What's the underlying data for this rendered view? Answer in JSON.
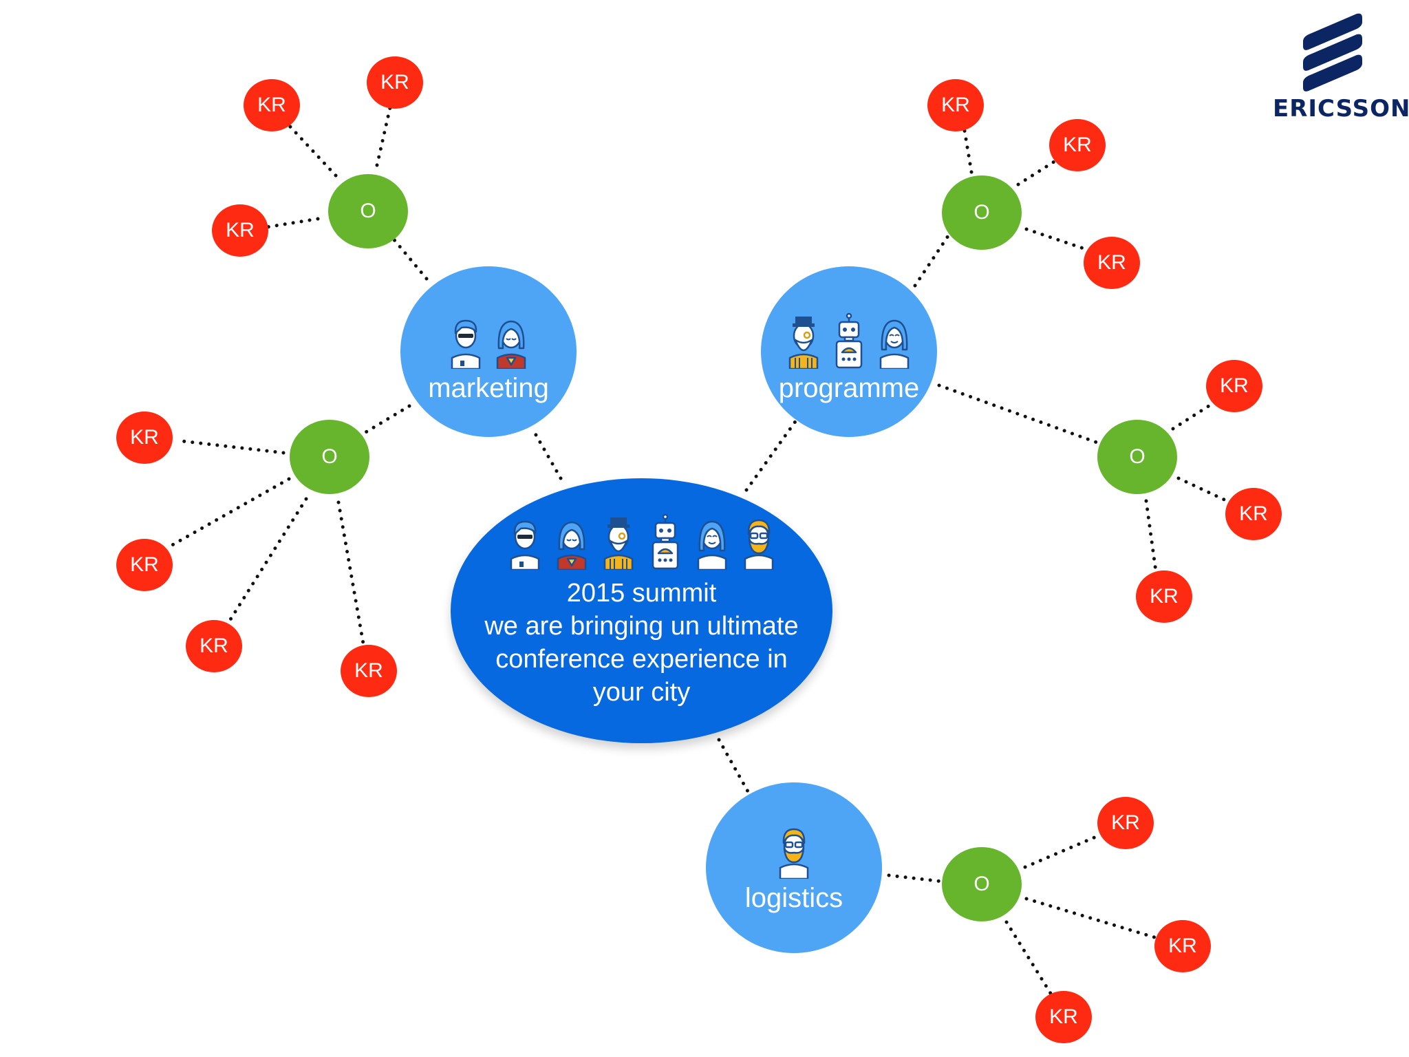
{
  "logo": {
    "name": "ERICSSON",
    "color": "#0c2563"
  },
  "colors": {
    "kr": "#ff2a12",
    "objective": "#66b52c",
    "team": "#4ea5f6",
    "center": "#0769df",
    "link": "#111111"
  },
  "center": {
    "lines": [
      "2015 summit",
      "we are bringing un ultimate",
      "conference experience in",
      "your city"
    ],
    "avatars": [
      "sunglasses-man-avatar",
      "superhero-woman-avatar",
      "wizard-avatar",
      "robot-avatar",
      "smiling-woman-avatar",
      "bearded-hipster-avatar"
    ]
  },
  "teams": [
    {
      "id": "marketing",
      "label": "marketing",
      "avatars": [
        "sunglasses-man-avatar",
        "superhero-woman-avatar"
      ]
    },
    {
      "id": "programme",
      "label": "programme",
      "avatars": [
        "wizard-avatar",
        "robot-avatar",
        "smiling-woman-avatar"
      ]
    },
    {
      "id": "logistics",
      "label": "logistics",
      "avatars": [
        "bearded-hipster-avatar"
      ]
    }
  ],
  "objective_label": "O",
  "key_result_label": "KR"
}
